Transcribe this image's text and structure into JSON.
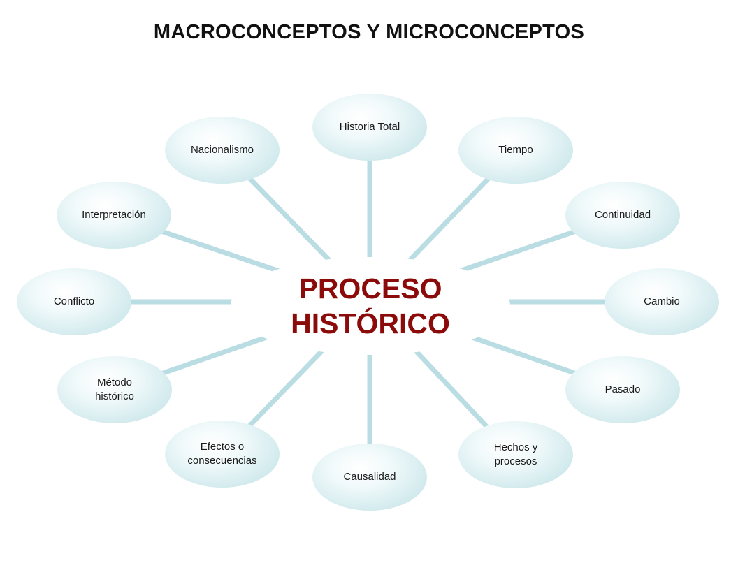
{
  "title": "MACROCONCEPTOS  Y MICROCONCEPTOS",
  "center_label": "PROCESO\nHISTÓRICO",
  "colors": {
    "center_text": "#8b0a0a",
    "connector": "#b9dde3",
    "node_fill": "#d6ecef"
  },
  "nodes": [
    "Historia Total",
    "Tiempo",
    "Continuidad",
    "Cambio",
    "Pasado",
    "Hechos y\nprocesos",
    "Causalidad",
    "Efectos o\nconsecuencias",
    "Método\nhistórico",
    "Conflicto",
    "Interpretación",
    "Nacionalismo"
  ]
}
